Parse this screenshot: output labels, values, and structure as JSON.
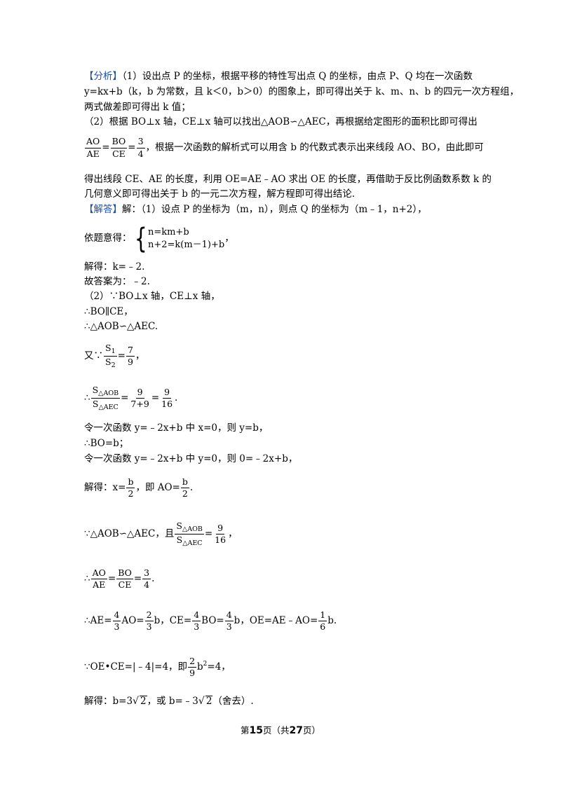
{
  "analysis": {
    "tag": "【分析】",
    "l1": "（1）设出点 P 的坐标，根据平移的特性写出点 Q 的坐标，由点 P、Q 均在一次函数",
    "l2": "y=kx+b（k，b 为常数，且 k＜0，b＞0）的图象上，即可得出关于 k、m、n、b 的四元一次方程组，",
    "l3": "两式做差即可得出 k 值；",
    "l4": "（2）根据 BO⊥x 轴，CE⊥x 轴可以找出△AOB∽△AEC，再根据给定图形的面积比即可得出",
    "l5_f1n": "AO",
    "l5_f1d": "AE",
    "l5_eq1": "=",
    "l5_f2n": "BO",
    "l5_f2d": "CE",
    "l5_eq2": "=",
    "l5_f3n": "3",
    "l5_f3d": "4",
    "l5_text": "，根据一次函数的解析式可以用含 b 的代数式表示出来线段 AO、BO，由此即可",
    "l6": "得出线段 CE、AE 的长度，利用 OE=AE﹣AO 求出 OE 的长度，再借助于反比例函数系数 k 的",
    "l7": "几何意义即可得出关于 b 的一元二次方程，解方程即可得出结论."
  },
  "solution": {
    "tag": "【解答】",
    "l8": "解：（1）设点 P 的坐标为（m，n），则点 Q 的坐标为（m﹣1，n+2），",
    "l9_pre": "依题意得：",
    "l9_r1": "n=km+b",
    "l9_r2": "n+2=k(m－1)+b",
    "l9_post": "，",
    "l10": "解得：k=﹣2.",
    "l11": "故答案为：﹣2.",
    "l12": "（2）∵BO⊥x 轴，CE⊥x 轴，",
    "l13": "∴BO∥CE，",
    "l14": "∴△AOB∽△AEC.",
    "l15_pre": "又∵",
    "l15_n": "S",
    "l15_ns": "1",
    "l15_d": "S",
    "l15_ds": "2",
    "l15_eq": "=",
    "l15_rn": "7",
    "l15_rd": "9",
    "l15_post": "，",
    "l16_pre": "∴",
    "l16_n": "S",
    "l16_ns": "△AOB",
    "l16_d": "S",
    "l16_ds": "△AEC",
    "l16_eq1": "=",
    "l16_f1n": "9",
    "l16_f1d": "7+9",
    "l16_eq2": "=",
    "l16_f2n": "9",
    "l16_f2d": "16",
    "l16_post": ".",
    "l17": "令一次函数 y=﹣2x+b 中 x=0，则 y=b，",
    "l18": "∴BO=b；",
    "l19": "令一次函数 y=﹣2x+b 中 y=0，则 0=﹣2x+b，",
    "l20_pre": "解得：x=",
    "l20_f1n": "b",
    "l20_f1d": "2",
    "l20_mid": "，即 AO=",
    "l20_f2n": "b",
    "l20_f2d": "2",
    "l20_post": ".",
    "l21_pre": "∵△AOB∽△AEC，且",
    "l21_n": "S",
    "l21_ns": "△AOB",
    "l21_d": "S",
    "l21_ds": "△AEC",
    "l21_eq": "=",
    "l21_rn": "9",
    "l21_rd": "16",
    "l21_post": "，",
    "l22_pre": "∴",
    "l22_f1n": "AO",
    "l22_f1d": "AE",
    "l22_eq1": "=",
    "l22_f2n": "BO",
    "l22_f2d": "CE",
    "l22_eq2": "=",
    "l22_f3n": "3",
    "l22_f3d": "4",
    "l22_post": ".",
    "l23_a": "∴AE=",
    "l23_f1n": "4",
    "l23_f1d": "3",
    "l23_b": "AO=",
    "l23_f2n": "2",
    "l23_f2d": "3",
    "l23_c": "b，CE=",
    "l23_f3n": "4",
    "l23_f3d": "3",
    "l23_d": "BO=",
    "l23_f4n": "4",
    "l23_f4d": "3",
    "l23_e": "b，OE=AE﹣AO=",
    "l23_f5n": "1",
    "l23_f5d": "6",
    "l23_f": "b.",
    "l24_pre": "∵OE•CE=|﹣4|=4，即",
    "l24_fn": "2",
    "l24_fd": "9",
    "l24_b": "b",
    "l24_sup": "2",
    "l24_post": "=4，",
    "l25_pre": "解得：b=3",
    "l25_r1": "2",
    "l25_mid": "，或 b=﹣3",
    "l25_r2": "2",
    "l25_post": "（舍去）."
  },
  "footer": {
    "pre": "第",
    "page": "15",
    "mid": "页（共",
    "total": "27",
    "post": "页）"
  }
}
